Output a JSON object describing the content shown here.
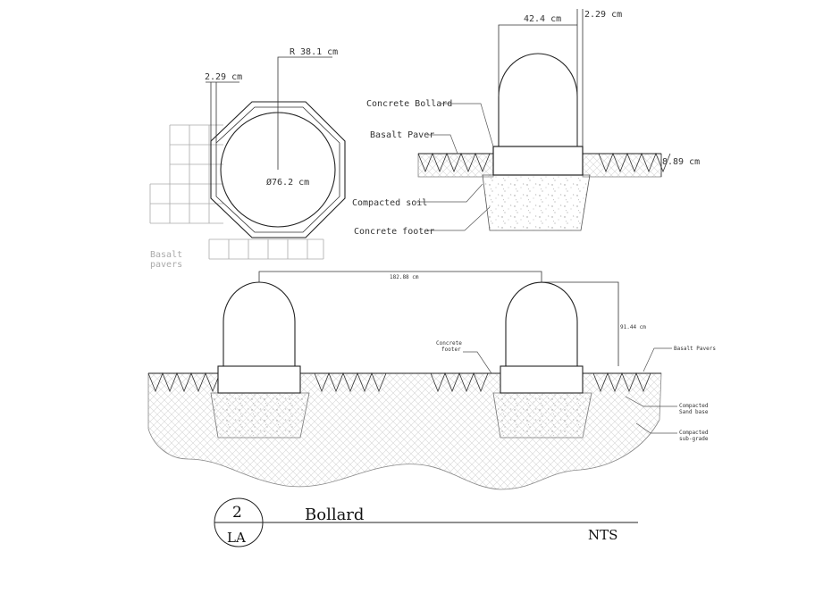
{
  "plan": {
    "radius_label": "R 38.1 cm",
    "edge_label": "2.29 cm",
    "diameter_label": "Ø76.2 cm",
    "pavers_label_line1": "Basalt",
    "pavers_label_line2": "pavers"
  },
  "section": {
    "width_label": "42.4 cm",
    "thickness_label": "2.29 cm",
    "paver_depth_label": "8.89 cm",
    "callouts": {
      "bollard": "Concrete Bollard",
      "paver": "Basalt Paver",
      "soil": "Compacted soil",
      "footer": "Concrete footer"
    }
  },
  "elevation": {
    "spacing_label": "182.88 cm",
    "height_label": "91.44 cm",
    "callouts": {
      "footer_line1": "Concrete",
      "footer_line2": "footer",
      "pavers": "Basalt Pavers",
      "sand_line1": "Compacted",
      "sand_line2": "Sand base",
      "subgrade_line1": "Compacted",
      "subgrade_line2": "sub-grade"
    }
  },
  "title_block": {
    "detail_number": "2",
    "sheet": "LA",
    "title": "Bollard",
    "scale": "NTS"
  }
}
